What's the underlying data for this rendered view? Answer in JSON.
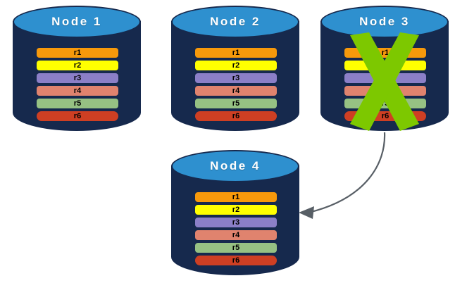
{
  "diagram": {
    "title_text_color": "#ffffff",
    "palette": {
      "cylinder_body": "#16294d",
      "cylinder_top": "#2e90cf",
      "x_mark_green": "#7dc800",
      "arrow_gray": "#585f66",
      "background": "#ffffff"
    },
    "row_labels": [
      "r1",
      "r2",
      "r3",
      "r4",
      "r5",
      "r6"
    ],
    "row_colors": [
      "#f7990b",
      "#ffff00",
      "#8b7fc7",
      "#e0836e",
      "#96c183",
      "#ce3f23"
    ],
    "nodes": [
      {
        "id": "node-1",
        "label": "Node  1",
        "failed": false,
        "rows": [
          {
            "label": "r1",
            "color": "#f7990b"
          },
          {
            "label": "r2",
            "color": "#ffff00"
          },
          {
            "label": "r3",
            "color": "#8b7fc7"
          },
          {
            "label": "r4",
            "color": "#e0836e"
          },
          {
            "label": "r5",
            "color": "#96c183"
          },
          {
            "label": "r6",
            "color": "#ce3f23"
          }
        ]
      },
      {
        "id": "node-2",
        "label": "Node  2",
        "failed": false,
        "rows": [
          {
            "label": "r1",
            "color": "#f7990b"
          },
          {
            "label": "r2",
            "color": "#ffff00"
          },
          {
            "label": "r3",
            "color": "#8b7fc7"
          },
          {
            "label": "r4",
            "color": "#e0836e"
          },
          {
            "label": "r5",
            "color": "#96c183"
          },
          {
            "label": "r6",
            "color": "#ce3f23"
          }
        ]
      },
      {
        "id": "node-3",
        "label": "Node  3",
        "failed": true,
        "failure_marker": "green-x-cross",
        "rows": [
          {
            "label": "r1",
            "color": "#f7990b"
          },
          {
            "label": "r2",
            "color": "#ffff00"
          },
          {
            "label": "r3",
            "color": "#8b7fc7"
          },
          {
            "label": "r4",
            "color": "#e0836e"
          },
          {
            "label": "r5",
            "color": "#96c183"
          },
          {
            "label": "r6",
            "color": "#ce3f23"
          }
        ]
      },
      {
        "id": "node-4",
        "label": "Node  4",
        "failed": false,
        "rows": [
          {
            "label": "r1",
            "color": "#f7990b"
          },
          {
            "label": "r2",
            "color": "#ffff00"
          },
          {
            "label": "r3",
            "color": "#8b7fc7"
          },
          {
            "label": "r4",
            "color": "#e0836e"
          },
          {
            "label": "r5",
            "color": "#96c183"
          },
          {
            "label": "r6",
            "color": "#ce3f23"
          }
        ]
      }
    ],
    "connector": {
      "name": "replication-arrow",
      "from": "node-3",
      "to": "node-4",
      "style": "curved-arrow",
      "direction": "node-3-to-node-4"
    }
  }
}
